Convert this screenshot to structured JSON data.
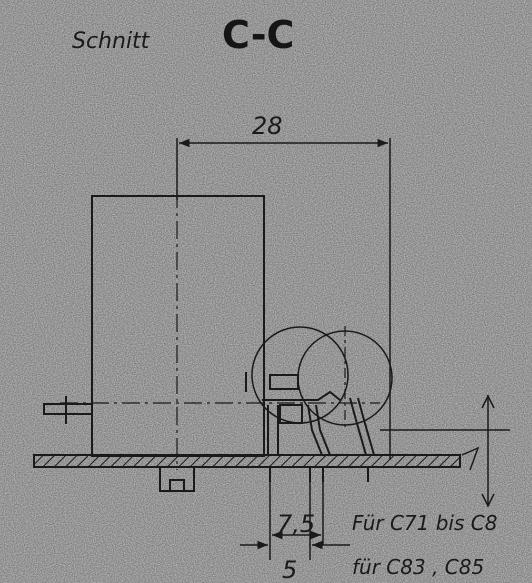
{
  "title": {
    "prefix": "Schnitt",
    "section": "C-C"
  },
  "dimensions": {
    "width_top": "28",
    "offset_1": "7,5",
    "offset_2": "5"
  },
  "notes": {
    "note_1": "Für C71 bis C8",
    "note_2": "für C83 , C85"
  },
  "colors": {
    "ink": "#1a1a1a",
    "paper": "#cfcfcf"
  }
}
